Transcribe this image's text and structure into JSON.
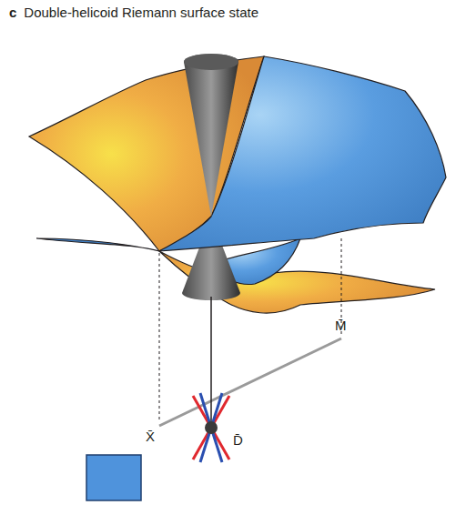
{
  "diagram": {
    "title": "Double-helicoid Riemann surface state",
    "labels": [
      "c",
      "X̄",
      "M̄",
      "D̄"
    ]
  }
}
